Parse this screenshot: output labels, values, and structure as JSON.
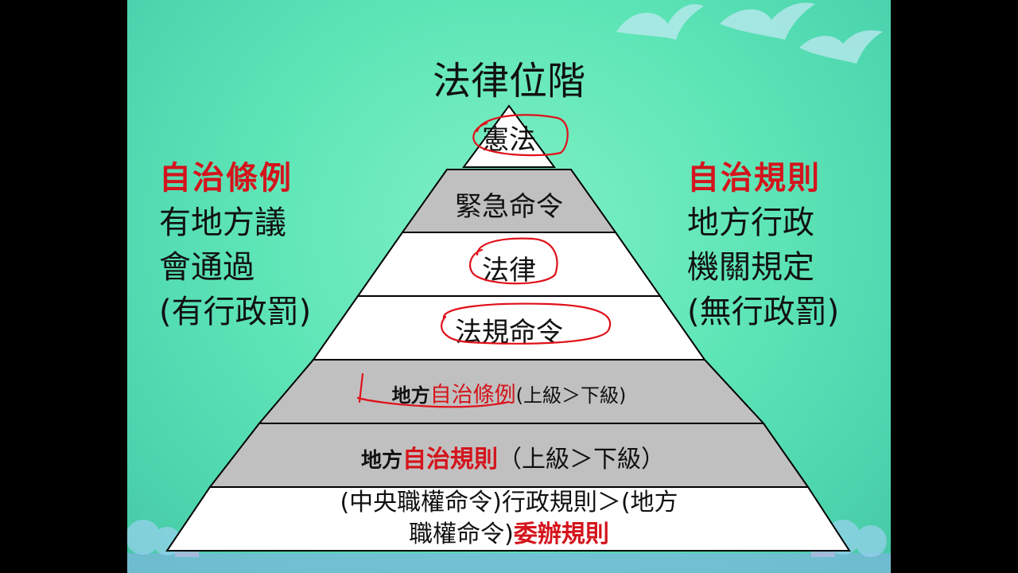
{
  "title": "法律位階",
  "left_panel": {
    "heading": "自治條例",
    "lines": [
      "有地方議",
      "會通過",
      "(有行政罰)"
    ]
  },
  "right_panel": {
    "heading": "自治規則",
    "lines": [
      "地方行政",
      "機關規定",
      "(無行政罰)"
    ]
  },
  "pyramid": {
    "l1": "憲法",
    "l2": "緊急命令",
    "l3": "法律",
    "l4": "法規命令",
    "l5": {
      "pre": "地方",
      "red": "自治條例",
      "post": "(上級＞下級)"
    },
    "l6": {
      "pre": "地方",
      "red": "自治規則",
      "post": "（上級＞下級）"
    },
    "l7": {
      "line1": "(中央職權命令)行政規則＞(地方",
      "line2_pre": "職權命令)",
      "line2_red": "委辦規則"
    }
  },
  "colors": {
    "accent_red": "#d4141c",
    "band_gray": "#c0c0c0",
    "band_white": "#ffffff",
    "background": "#5fe6b7"
  }
}
